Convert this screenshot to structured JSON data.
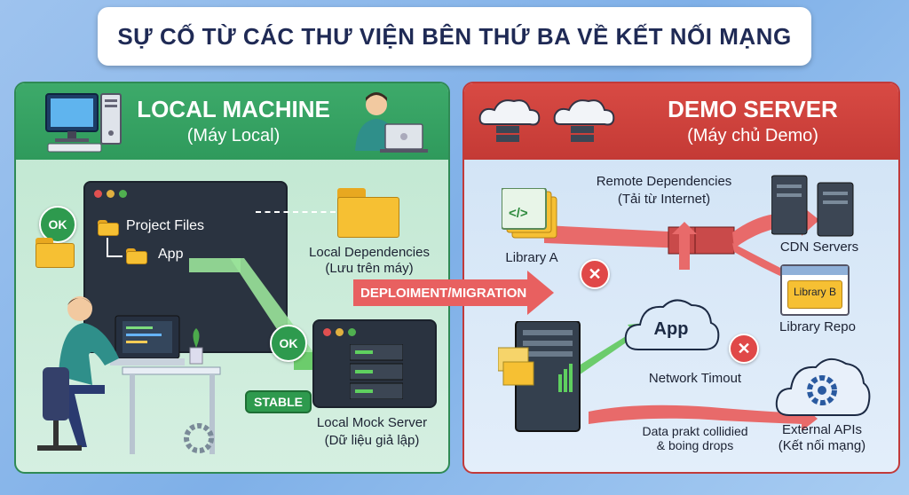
{
  "title": "SỰ CỐ TỪ CÁC THƯ VIỆN BÊN THỨ BA VỀ KẾT NỐI MẠNG",
  "left_panel": {
    "title": "LOCAL MACHINE",
    "subtitle": "(Máy Local)",
    "ok_badge_1": "OK",
    "ok_badge_2": "OK",
    "project_files": "Project Files",
    "app": "App",
    "local_dependencies": "Local Dependencies",
    "local_dependencies_sub": "(Lưu trên máy)",
    "stable": "STABLE",
    "local_mock_server": "Local Mock Server",
    "local_mock_server_sub": "(Dữ liệu giả lập)"
  },
  "deployment_arrow": "DEPLOIMENT/MIGRATION",
  "right_panel": {
    "title": "DEMO SERVER",
    "subtitle": "(Máy chủ Demo)",
    "remote_dependencies": "Remote Dependencies",
    "remote_dependencies_sub": "(Tải từ Internet)",
    "library_a": "Library A",
    "library_a_icon": "</>",
    "cdn_servers": "CDN Servers",
    "library_b": "Library B",
    "library_repo": "Library Repo",
    "app_cloud": "App",
    "network_timeout": "Network Timout",
    "data_drop_1": "Data prakt collidied",
    "data_drop_2": "& boing drops",
    "external_apis": "External APIs",
    "external_apis_sub": "(Kết nối mạng)",
    "error_mark": "✕"
  },
  "colors": {
    "green_accent": "#2e9a4e",
    "red_accent": "#d84a44",
    "folder": "#f6c033"
  }
}
